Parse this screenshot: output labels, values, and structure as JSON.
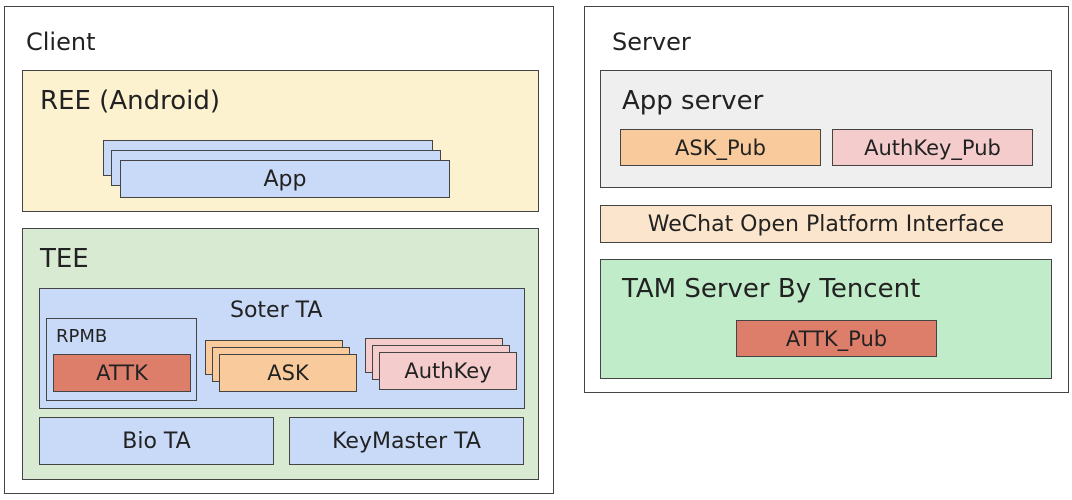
{
  "client": {
    "title": "Client",
    "ree": {
      "title": "REE (Android)",
      "app": "App"
    },
    "tee": {
      "title": "TEE",
      "soter": {
        "title": "Soter TA",
        "rpmb": {
          "title": "RPMB",
          "key": "ATTK"
        },
        "ask": "ASK",
        "authkey": "AuthKey"
      },
      "bio_ta": "Bio TA",
      "keymaster_ta": "KeyMaster TA"
    }
  },
  "server": {
    "title": "Server",
    "app_server": {
      "title": "App server",
      "ask_pub": "ASK_Pub",
      "authkey_pub": "AuthKey_Pub"
    },
    "wechat": "WeChat Open Platform Interface",
    "tam": {
      "title": "TAM Server By Tencent",
      "attk_pub": "ATTK_Pub"
    }
  },
  "colors": {
    "ree": "#fdf2d0",
    "tee": "#d9ead3",
    "ta": "#c9daf8",
    "app_server": "#efefef",
    "wechat": "#fce5cd",
    "tam": "#c1ecc9",
    "ask": "#f9cb9c",
    "authkey": "#f4cccc",
    "attk": "#dd7e6b"
  }
}
